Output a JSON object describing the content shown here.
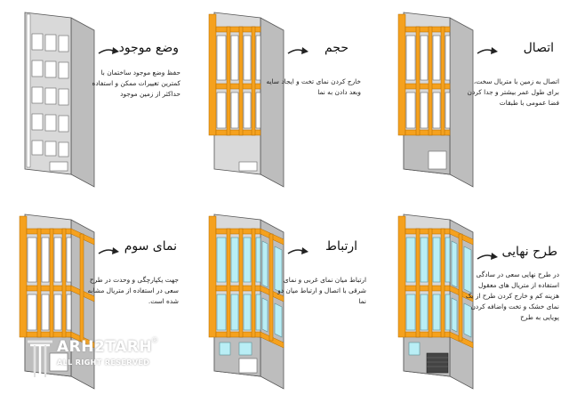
{
  "steps": [
    {
      "title": "وضع موجود",
      "description": "حفظ وضع موجود ساختمان با کمترین تغییرات ممکن و استفاده حداکثر از زمین موجود"
    },
    {
      "title": "حجم",
      "description": "خارج کردن نمای تخت و ایجاد سایه وبعد دادن به نما"
    },
    {
      "title": "اتصال",
      "description": "اتصال به زمین با متریال سخت، برای طول عمر بیشتر و جدا کردن فضا عمومی با طبقات"
    },
    {
      "title": "نمای سوم",
      "description": "جهت یکپارچگی و وحدت در طرح سعی در استفاده از متریال مشابه شده است."
    },
    {
      "title": "ارتباط",
      "description": "ارتباط میان نمای غربی و نمای شرقی با اتصال و ارتباط میان دو نما"
    },
    {
      "title": "طرح نهایی",
      "description": "در طرح نهایی سعی در سادگی استفاده از متریال های معقول هزینه کم و خارج کردن طرح از یک نمای خشک و تخت واضافه کردن پویایی به طرح"
    }
  ],
  "watermark": {
    "name": "ARH2TARH",
    "rights": "ALL RIGHT RESERVED",
    "registered": "®"
  },
  "colors": {
    "orange_frame": "#f5a11e",
    "glass": "#b9eef5",
    "facade_grey": "#d9d9d9",
    "base_grey": "#bdbdbd",
    "outline": "#555555"
  }
}
